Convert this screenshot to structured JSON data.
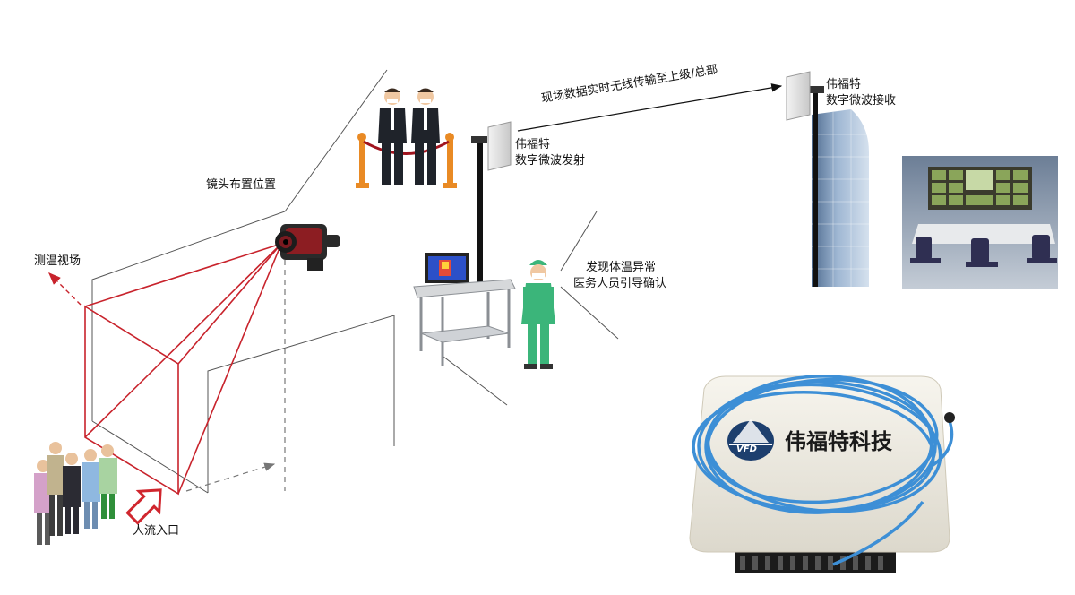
{
  "labels": {
    "lens_position": "镜头布置位置",
    "fov": "测温视场",
    "entrance": "人流入口",
    "transmit_brand": "伟福特",
    "transmit_desc": "数字微波发射",
    "receive_brand": "伟福特",
    "receive_desc": "数字微波接收",
    "wireless": "现场数据实时无线传输至上级/总部",
    "alert_line1": "发现体温异常",
    "alert_line2": "医务人员引导确认"
  },
  "product": {
    "brand_text": "伟福特科技",
    "logo_text": "VFD"
  },
  "colors": {
    "fov_red": "#c8232c",
    "cable_blue": "#3d8fd6",
    "arrow_red": "#d0262e",
    "scrub_green": "#3bb57a",
    "logo_navy": "#1d3f6e"
  }
}
